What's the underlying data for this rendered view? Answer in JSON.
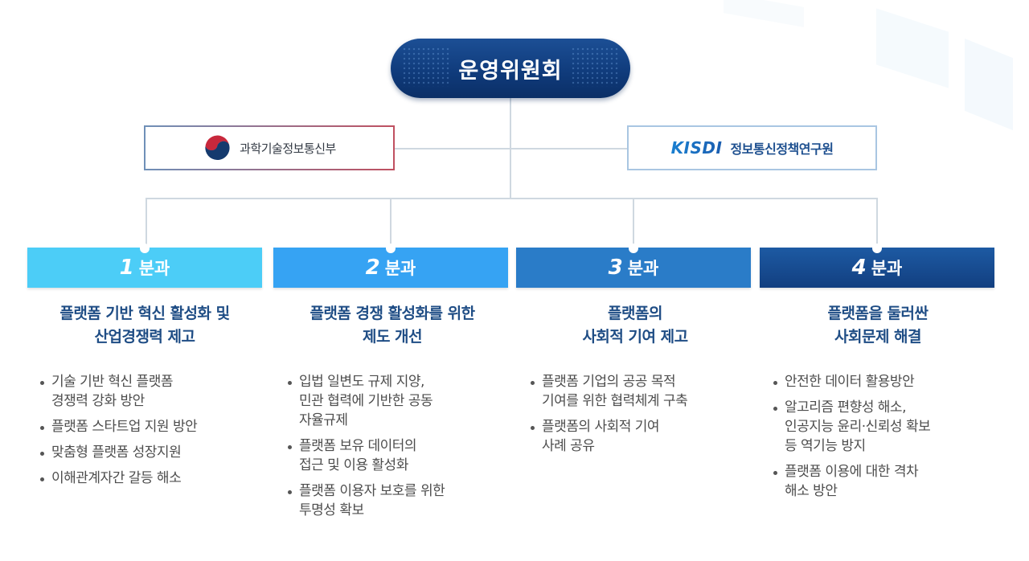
{
  "committee": {
    "title": "운영위원회"
  },
  "organizations": [
    {
      "name": "과학기술정보통신부",
      "icon": "korean-government-emblem-icon"
    },
    {
      "logo": "KISDI",
      "name": "정보통신정책연구원"
    }
  ],
  "colors": {
    "committee": "#0f3a7a",
    "division_1": "#4ccdf7",
    "division_2": "#36a3f3",
    "division_3": "#2a7cc8",
    "division_4": "#16488c",
    "title_text": "#1f4d85",
    "body_text": "#4d4d4d",
    "connector": "#cfd8e0"
  },
  "divisions": [
    {
      "number": "1",
      "label": "분과",
      "title": "플랫폼 기반 혁신 활성화 및\n산업경쟁력 제고",
      "items": [
        "기술 기반 혁신 플랫폼\n경쟁력 강화 방안",
        "플랫폼 스타트업 지원 방안",
        "맞춤형 플랫폼 성장지원",
        "이해관계자간 갈등 해소"
      ]
    },
    {
      "number": "2",
      "label": "분과",
      "title": "플랫폼 경쟁 활성화를 위한\n제도 개선",
      "items": [
        "입법 일변도 규제 지양,\n민관 협력에 기반한 공동\n자율규제",
        "플랫폼 보유 데이터의\n접근 및 이용 활성화",
        "플랫폼 이용자 보호를 위한\n투명성 확보"
      ]
    },
    {
      "number": "3",
      "label": "분과",
      "title": "플랫폼의\n사회적 기여 제고",
      "items": [
        "플랫폼 기업의 공공 목적\n기여를 위한 협력체계 구축",
        "플랫폼의 사회적 기여\n사례 공유"
      ]
    },
    {
      "number": "4",
      "label": "분과",
      "title": "플랫폼을 둘러싼\n사회문제 해결",
      "items": [
        "안전한 데이터 활용방안",
        "알고리즘 편향성 해소,\n인공지능 윤리·신뢰성 확보\n등 역기능 방지",
        "플랫폼 이용에 대한 격차\n해소 방안"
      ]
    }
  ]
}
